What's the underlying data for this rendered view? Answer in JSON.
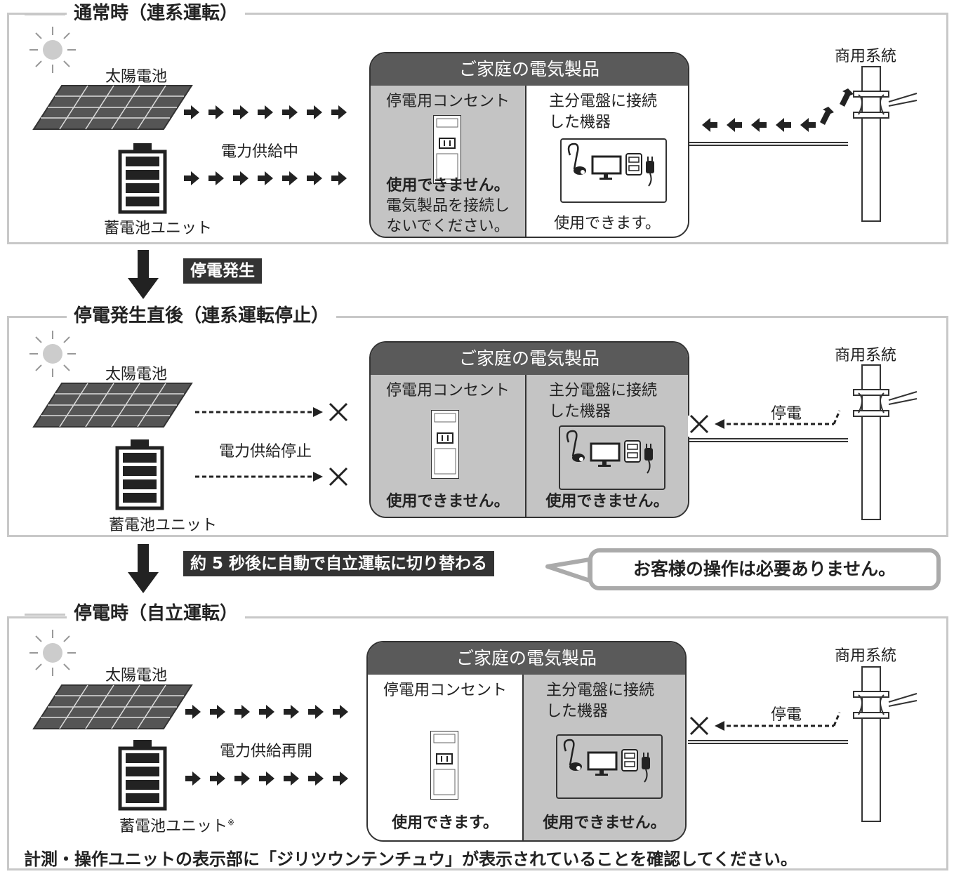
{
  "arrows_label_1": "停電発生",
  "arrows_label_2": "約 5 秒後に自動で自立運転に切り替わる",
  "bubble": "お客様の操作は必要ありません。",
  "note": "計測・操作ユニットの表示部に「ジリツウンテンチュウ」が表示されていることを確認してください。",
  "sections": [
    {
      "title": "通常時（連系運転）",
      "solar_label": "太陽電池",
      "battery_label": "蓄電池ユニット",
      "supply_label": "電力供給中",
      "grid_label": "商用系統",
      "grid_note": "",
      "house": {
        "header": "ご家庭の電気製品",
        "left_title": "停電用コンセント",
        "left_status_bold": "使用できません。",
        "left_status_normal": "電気製品を接続し\nないでください。",
        "right_title": "主分電盤に接続\nした機器",
        "right_status": "使用できます。"
      }
    },
    {
      "title": "停電発生直後（連系運転停止）",
      "solar_label": "太陽電池",
      "battery_label": "蓄電池ユニット",
      "supply_label": "電力供給停止",
      "grid_label": "商用系統",
      "grid_note": "停電",
      "house": {
        "header": "ご家庭の電気製品",
        "left_title": "停電用コンセント",
        "left_status_bold": "使用できません。",
        "left_status_normal": "",
        "right_title": "主分電盤に接続\nした機器",
        "right_status": "使用できません。"
      }
    },
    {
      "title": "停電時（自立運転）",
      "solar_label": "太陽電池",
      "battery_label": "蓄電池ユニット",
      "battery_mark": "※",
      "supply_label": "電力供給再開",
      "grid_label": "商用系統",
      "grid_note": "停電",
      "house": {
        "header": "ご家庭の電気製品",
        "left_title": "停電用コンセント",
        "left_status_bold": "使用できます。",
        "left_status_normal": "",
        "right_title": "主分電盤に接続\nした機器",
        "right_status": "使用できません。"
      }
    }
  ]
}
